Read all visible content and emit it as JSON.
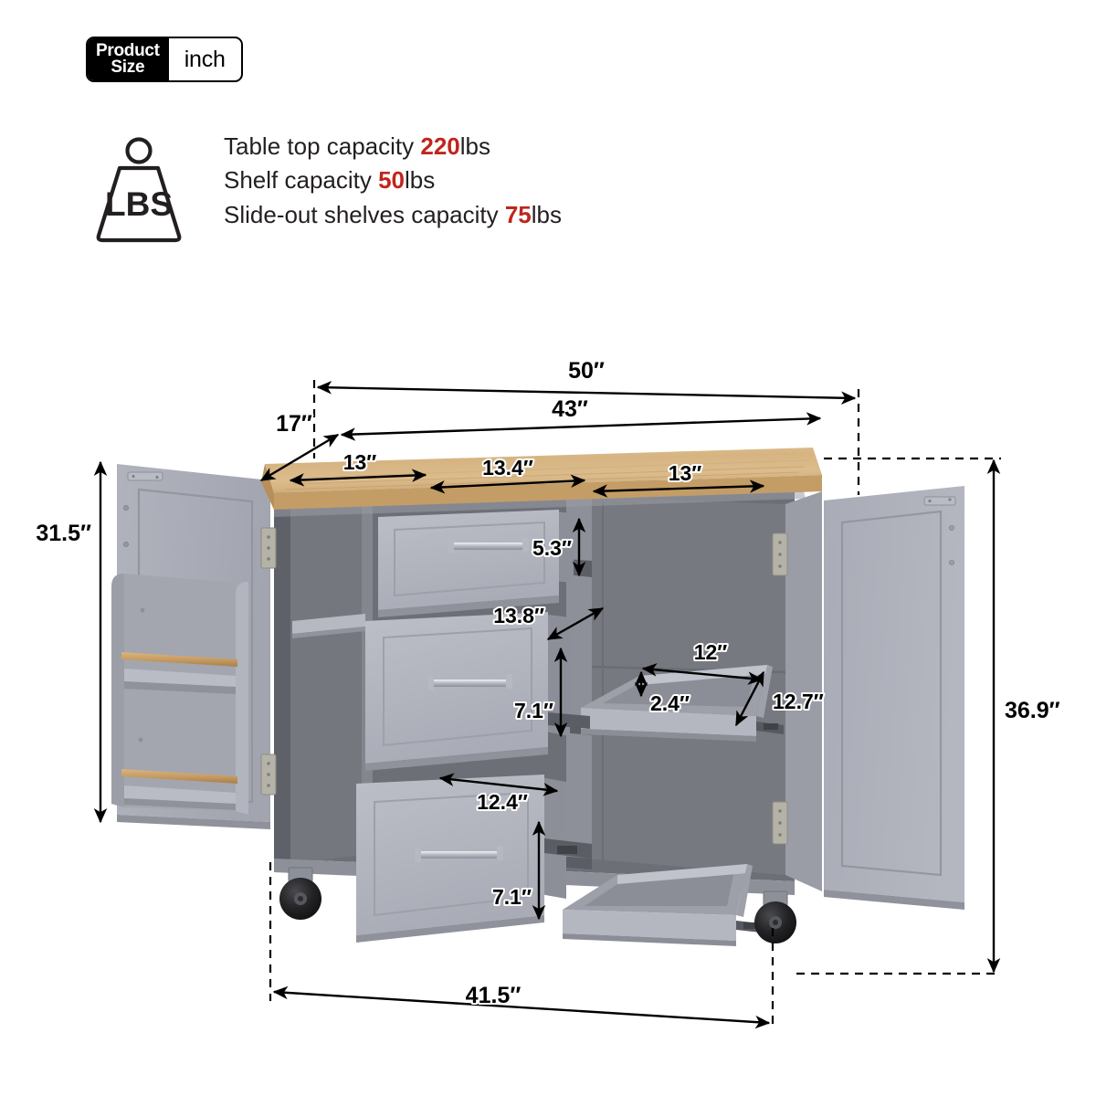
{
  "badge": {
    "label_line1": "Product",
    "label_line2": "Size",
    "unit": "inch"
  },
  "capacity": {
    "icon": "weight-lbs-icon",
    "icon_text": "LBS",
    "items": [
      {
        "text_before": "Table top capacity ",
        "value": "220",
        "text_after": "lbs"
      },
      {
        "text_before": "Shelf capacity ",
        "value": "50",
        "text_after": "lbs"
      },
      {
        "text_before": "Slide-out shelves capacity ",
        "value": "75",
        "text_after": "lbs"
      }
    ],
    "accent_color": "#c0251c"
  },
  "product": {
    "name": "kitchen-island-cart",
    "colors": {
      "cabinet_gray": "#a8abb5",
      "cabinet_gray_dark": "#8a8e99",
      "interior_gray": "#6f7278",
      "wood_top": "#d7b684",
      "wood_edge": "#c19a62",
      "hardware_chrome": "#c9ccd2",
      "caster_black": "#1c1c1e"
    }
  },
  "dimensions": {
    "overall_width_with_doors": "50″",
    "countertop_width": "43″",
    "countertop_depth": "17″",
    "left_cabinet_width": "13″",
    "center_drawer_width": "13.4″",
    "right_cabinet_width": "13″",
    "left_height_to_top": "31.5″",
    "overall_height": "36.9″",
    "base_width": "41.5″",
    "top_drawer_height": "5.3″",
    "drawer_depth": "13.8″",
    "middle_drawer_height": "7.1″",
    "bottom_drawer_width": "12.4″",
    "bottom_drawer_height": "7.1″",
    "slide_shelf_width": "12″",
    "slide_shelf_lip": "2.4″",
    "slide_shelf_depth": "12.7″"
  }
}
